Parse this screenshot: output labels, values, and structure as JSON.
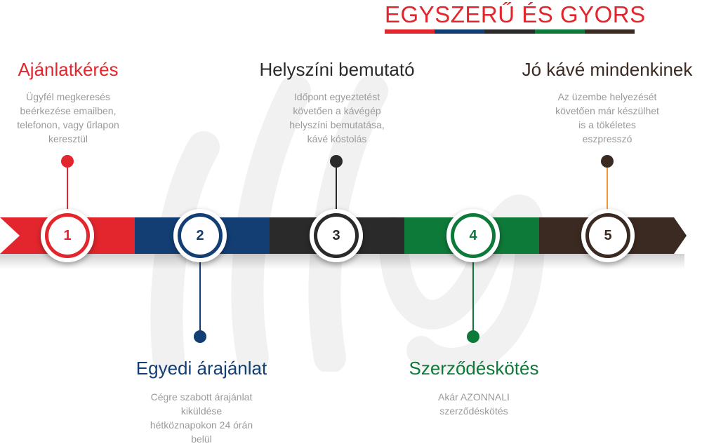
{
  "header": {
    "title": "EGYSZERŰ ÉS GYORS",
    "bar_colors": [
      "#e3262d",
      "#123e74",
      "#2a2a2a",
      "#0e7a3a",
      "#3b2a22"
    ]
  },
  "steps": [
    {
      "number": "1",
      "title": "Ajánlatkérés",
      "description": "Ügyfél megkeresés\nbeérkezése emailben,\ntelefonon, vagy űrlapon\nkeresztül",
      "color": "#e3262d",
      "stem_color": "#e3262d",
      "position": "top"
    },
    {
      "number": "2",
      "title": "Egyedi árajánlat",
      "description": "Cégre szabott árajánlat\nkiküldése\nhétköznapokon 24 órán\nbelül",
      "color": "#123e74",
      "stem_color": "#123e74",
      "position": "bottom"
    },
    {
      "number": "3",
      "title": "Helyszíni bemutató",
      "description": "Időpont egyeztetést\nkövetően a kávégép\nhelyszíni bemutatása,\nkávé kóstolás",
      "color": "#2a2a2a",
      "stem_color": "#2a2a2a",
      "position": "top"
    },
    {
      "number": "4",
      "title": "Szerződéskötés",
      "description": "Akár AZONNALI\nszerződéskötés",
      "color": "#0e7a3a",
      "stem_color": "#0e7a3a",
      "position": "bottom"
    },
    {
      "number": "5",
      "title": "Jó kávé mindenkinek",
      "description": "Az üzembe helyezését\nkövetően már készülhet\nis a tökéletes\neszpresszó",
      "color": "#3b2a22",
      "stem_color": "#f29a3a",
      "position": "top"
    }
  ]
}
